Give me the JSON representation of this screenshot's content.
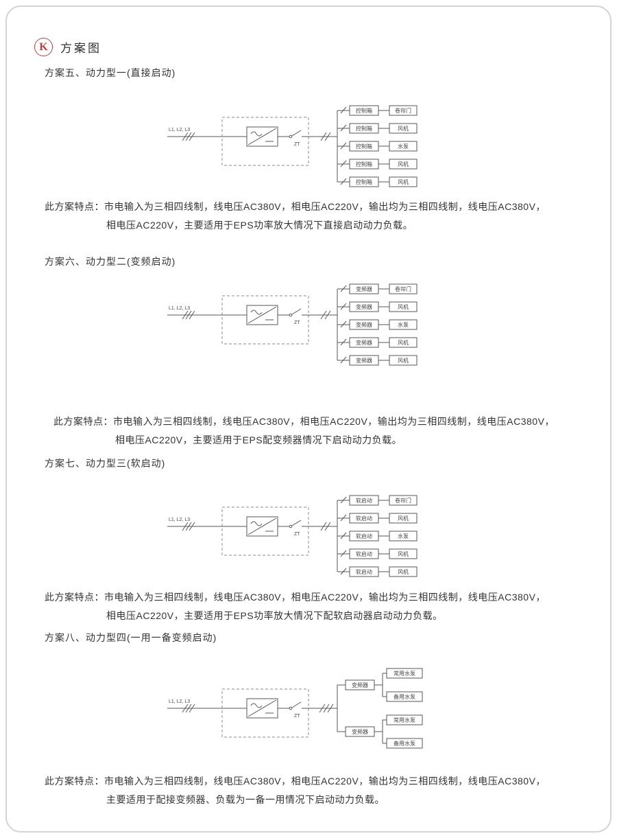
{
  "page": {
    "logo_letter": "K",
    "title": "方案图"
  },
  "diagram_labels": {
    "input": "L1, L2, L3",
    "switch": "ZT"
  },
  "schemes": [
    {
      "heading": "方案五、动力型一(直接启动)",
      "note_label": "此方案特点：",
      "note_line1": "市电输入为三相四线制，线电压AC380V，相电压AC220V，输出均为三相四线制，线电压AC380V，",
      "note_line2": "相电压AC220V，主要适用于EPS功率放大情况下直接启动动力负载。",
      "branches": [
        {
          "device": "控制箱",
          "load": "卷帘门"
        },
        {
          "device": "控制箱",
          "load": "风机"
        },
        {
          "device": "控制箱",
          "load": "水泵"
        },
        {
          "device": "控制箱",
          "load": "风机"
        },
        {
          "device": "控制箱",
          "load": "风机"
        }
      ]
    },
    {
      "heading": "方案六、动力型二(变频启动)",
      "note_label": "此方案特点：",
      "note_line1": "市电输入为三相四线制，线电压AC380V，相电压AC220V，输出均为三相四线制，线电压AC380V，",
      "note_line2": "相电压AC220V，主要适用于EPS配变频器情况下启动动力负载。",
      "branches": [
        {
          "device": "变频器",
          "load": "卷帘门"
        },
        {
          "device": "变频器",
          "load": "风机"
        },
        {
          "device": "变频器",
          "load": "水泵"
        },
        {
          "device": "变频器",
          "load": "风机"
        },
        {
          "device": "变频器",
          "load": "风机"
        }
      ]
    },
    {
      "heading": "方案七、动力型三(软启动)",
      "note_label": "此方案特点：",
      "note_line1": "市电输入为三相四线制，线电压AC380V，相电压AC220V，输出均为三相四线制，线电压AC380V，",
      "note_line2": "相电压AC220V，主要适用于EPS功率放大情况下配软启动器启动动力负载。",
      "branches": [
        {
          "device": "软启动",
          "load": "卷帘门"
        },
        {
          "device": "软启动",
          "load": "风机"
        },
        {
          "device": "软启动",
          "load": "水泵"
        },
        {
          "device": "软启动",
          "load": "风机"
        },
        {
          "device": "软启动",
          "load": "风机"
        }
      ]
    },
    {
      "heading": "方案八、动力型四(一用一备变频启动)",
      "note_label": "此方案特点：",
      "note_line1": "市电输入为三相四线制，线电压AC380V，相电压AC220V，输出均为三相四线制，线电压AC380V，",
      "note_line2": "主要适用于配接变频器、负载为一备一用情况下启动动力负载。",
      "groups": [
        {
          "device": "变频器",
          "loads": [
            "常用水泵",
            "备用水泵"
          ]
        },
        {
          "device": "变频器",
          "loads": [
            "常用水泵",
            "备用水泵"
          ]
        }
      ]
    }
  ]
}
